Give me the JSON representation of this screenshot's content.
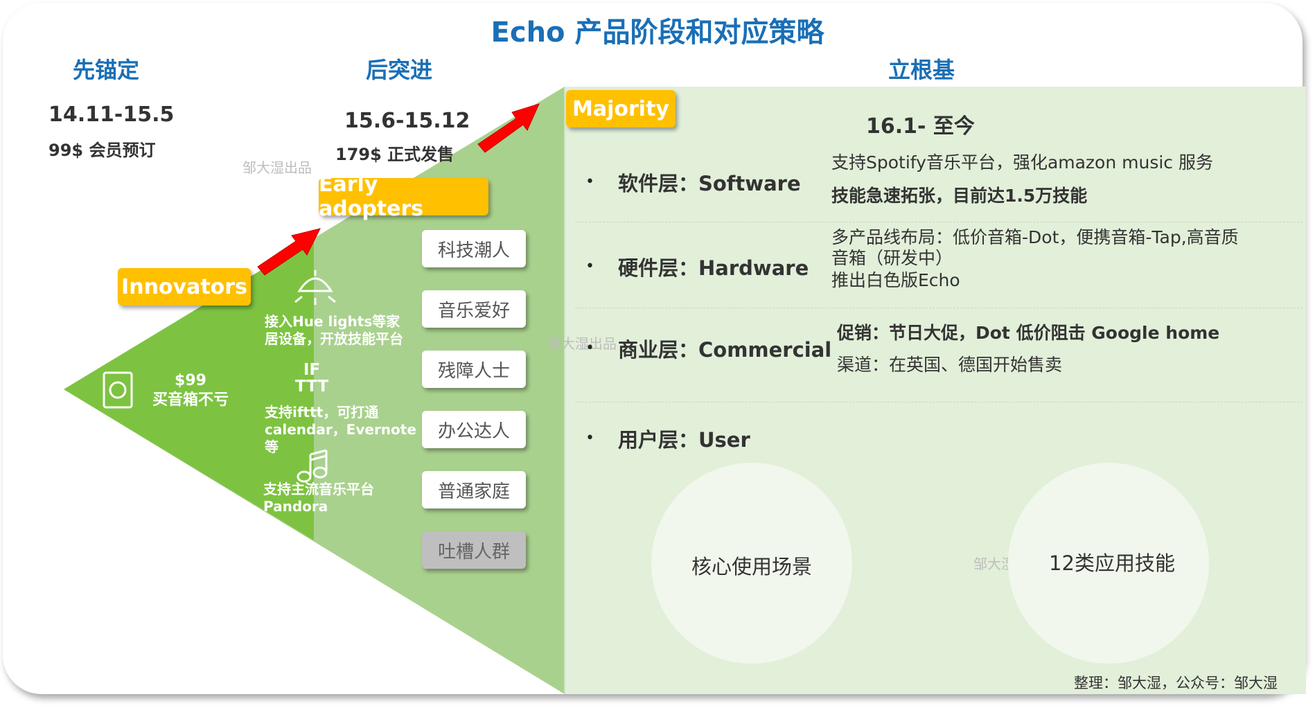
{
  "title": "Echo 产品阶段和对应策略",
  "phases": [
    {
      "name": "先锚定",
      "date": "14.11-15.5",
      "note": "99$ 会员预订"
    },
    {
      "name": "后突进",
      "date": "15.6-15.12",
      "note": "179$ 正式发售"
    },
    {
      "name": "立根基",
      "date": "16.1- 至今"
    }
  ],
  "watermark": "邹大湿出品",
  "tags": {
    "innovators": "Innovators",
    "early": "Early adopters",
    "majority": "Majority"
  },
  "innovators": {
    "price": "$99",
    "text": "买音箱不亏"
  },
  "early_features": [
    {
      "icon": "lamp-icon",
      "text": "接入Hue lights等家居设备，开放技能平台"
    },
    {
      "icon": "ifttt-icon",
      "icon_text": "IF\nTTT",
      "text": "支持ifttt，可打通calendar，Evernote等"
    },
    {
      "icon": "music-note-icon",
      "text": "支持主流音乐平台Pandora"
    }
  ],
  "segments": [
    "科技潮人",
    "音乐爱好",
    "残障人士",
    "办公达人",
    "普通家庭",
    "吐槽人群"
  ],
  "layers": [
    {
      "label": "软件层：Software",
      "lines": [
        {
          "text": "支持Spotify音乐平台，强化amazon music 服务",
          "bold": false
        },
        {
          "text": "技能急速拓张，目前达1.5万技能",
          "bold": true
        }
      ]
    },
    {
      "label": "硬件层：Hardware",
      "lines": [
        {
          "text": "多产品线布局：低价音箱-Dot，便携音箱-Tap,高音质音箱（研发中）",
          "bold": false
        },
        {
          "text": "推出白色版Echo",
          "bold": false
        }
      ]
    },
    {
      "label": "商业层：Commercial",
      "lines": [
        {
          "text": "促销：节日大促，Dot 低价阻击 Google home",
          "bold": true
        },
        {
          "text": "渠道：在英国、德国开始售卖",
          "bold": false
        }
      ]
    },
    {
      "label": "用户层：User",
      "lines": []
    }
  ],
  "circles": [
    "核心使用场景",
    "12类应用技能"
  ],
  "credit": "整理：邹大湿，公众号：邹大湿",
  "colors": {
    "title_blue": "#1a6fb6",
    "tag_yellow": "#ffc000",
    "green_light": "#a9d18e",
    "green_bright": "#7dc341",
    "panel_green": "#e2efd9",
    "arrow_red": "#ff0000"
  }
}
